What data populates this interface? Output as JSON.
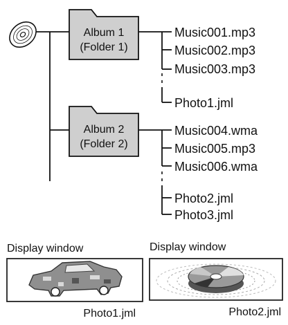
{
  "colors": {
    "line": "#111111",
    "folder_fill": "#cfcfcf",
    "window_border": "#222222",
    "car_fill": "#8f8f8f",
    "disc_fill": "#9a9a9a"
  },
  "icons": {
    "source": "cd-disc-icon",
    "folder": "folder-icon"
  },
  "tree": {
    "folders": [
      {
        "line1": "Album 1",
        "line2": "(Folder 1)",
        "files": [
          "Music001.mp3",
          "Music002.mp3",
          "Music003.mp3",
          "Photo1.jml"
        ]
      },
      {
        "line1": "Album 2",
        "line2": "(Folder 2)",
        "files": [
          "Music004.wma",
          "Music005.mp3",
          "Music006.wma",
          "Photo2.jml",
          "Photo3.jml"
        ]
      }
    ]
  },
  "displays": [
    {
      "title": "Display window",
      "caption": "Photo1.jml",
      "image": "car-photo"
    },
    {
      "title": "Display window",
      "caption": "Photo2.jml",
      "image": "disc-photo"
    }
  ]
}
